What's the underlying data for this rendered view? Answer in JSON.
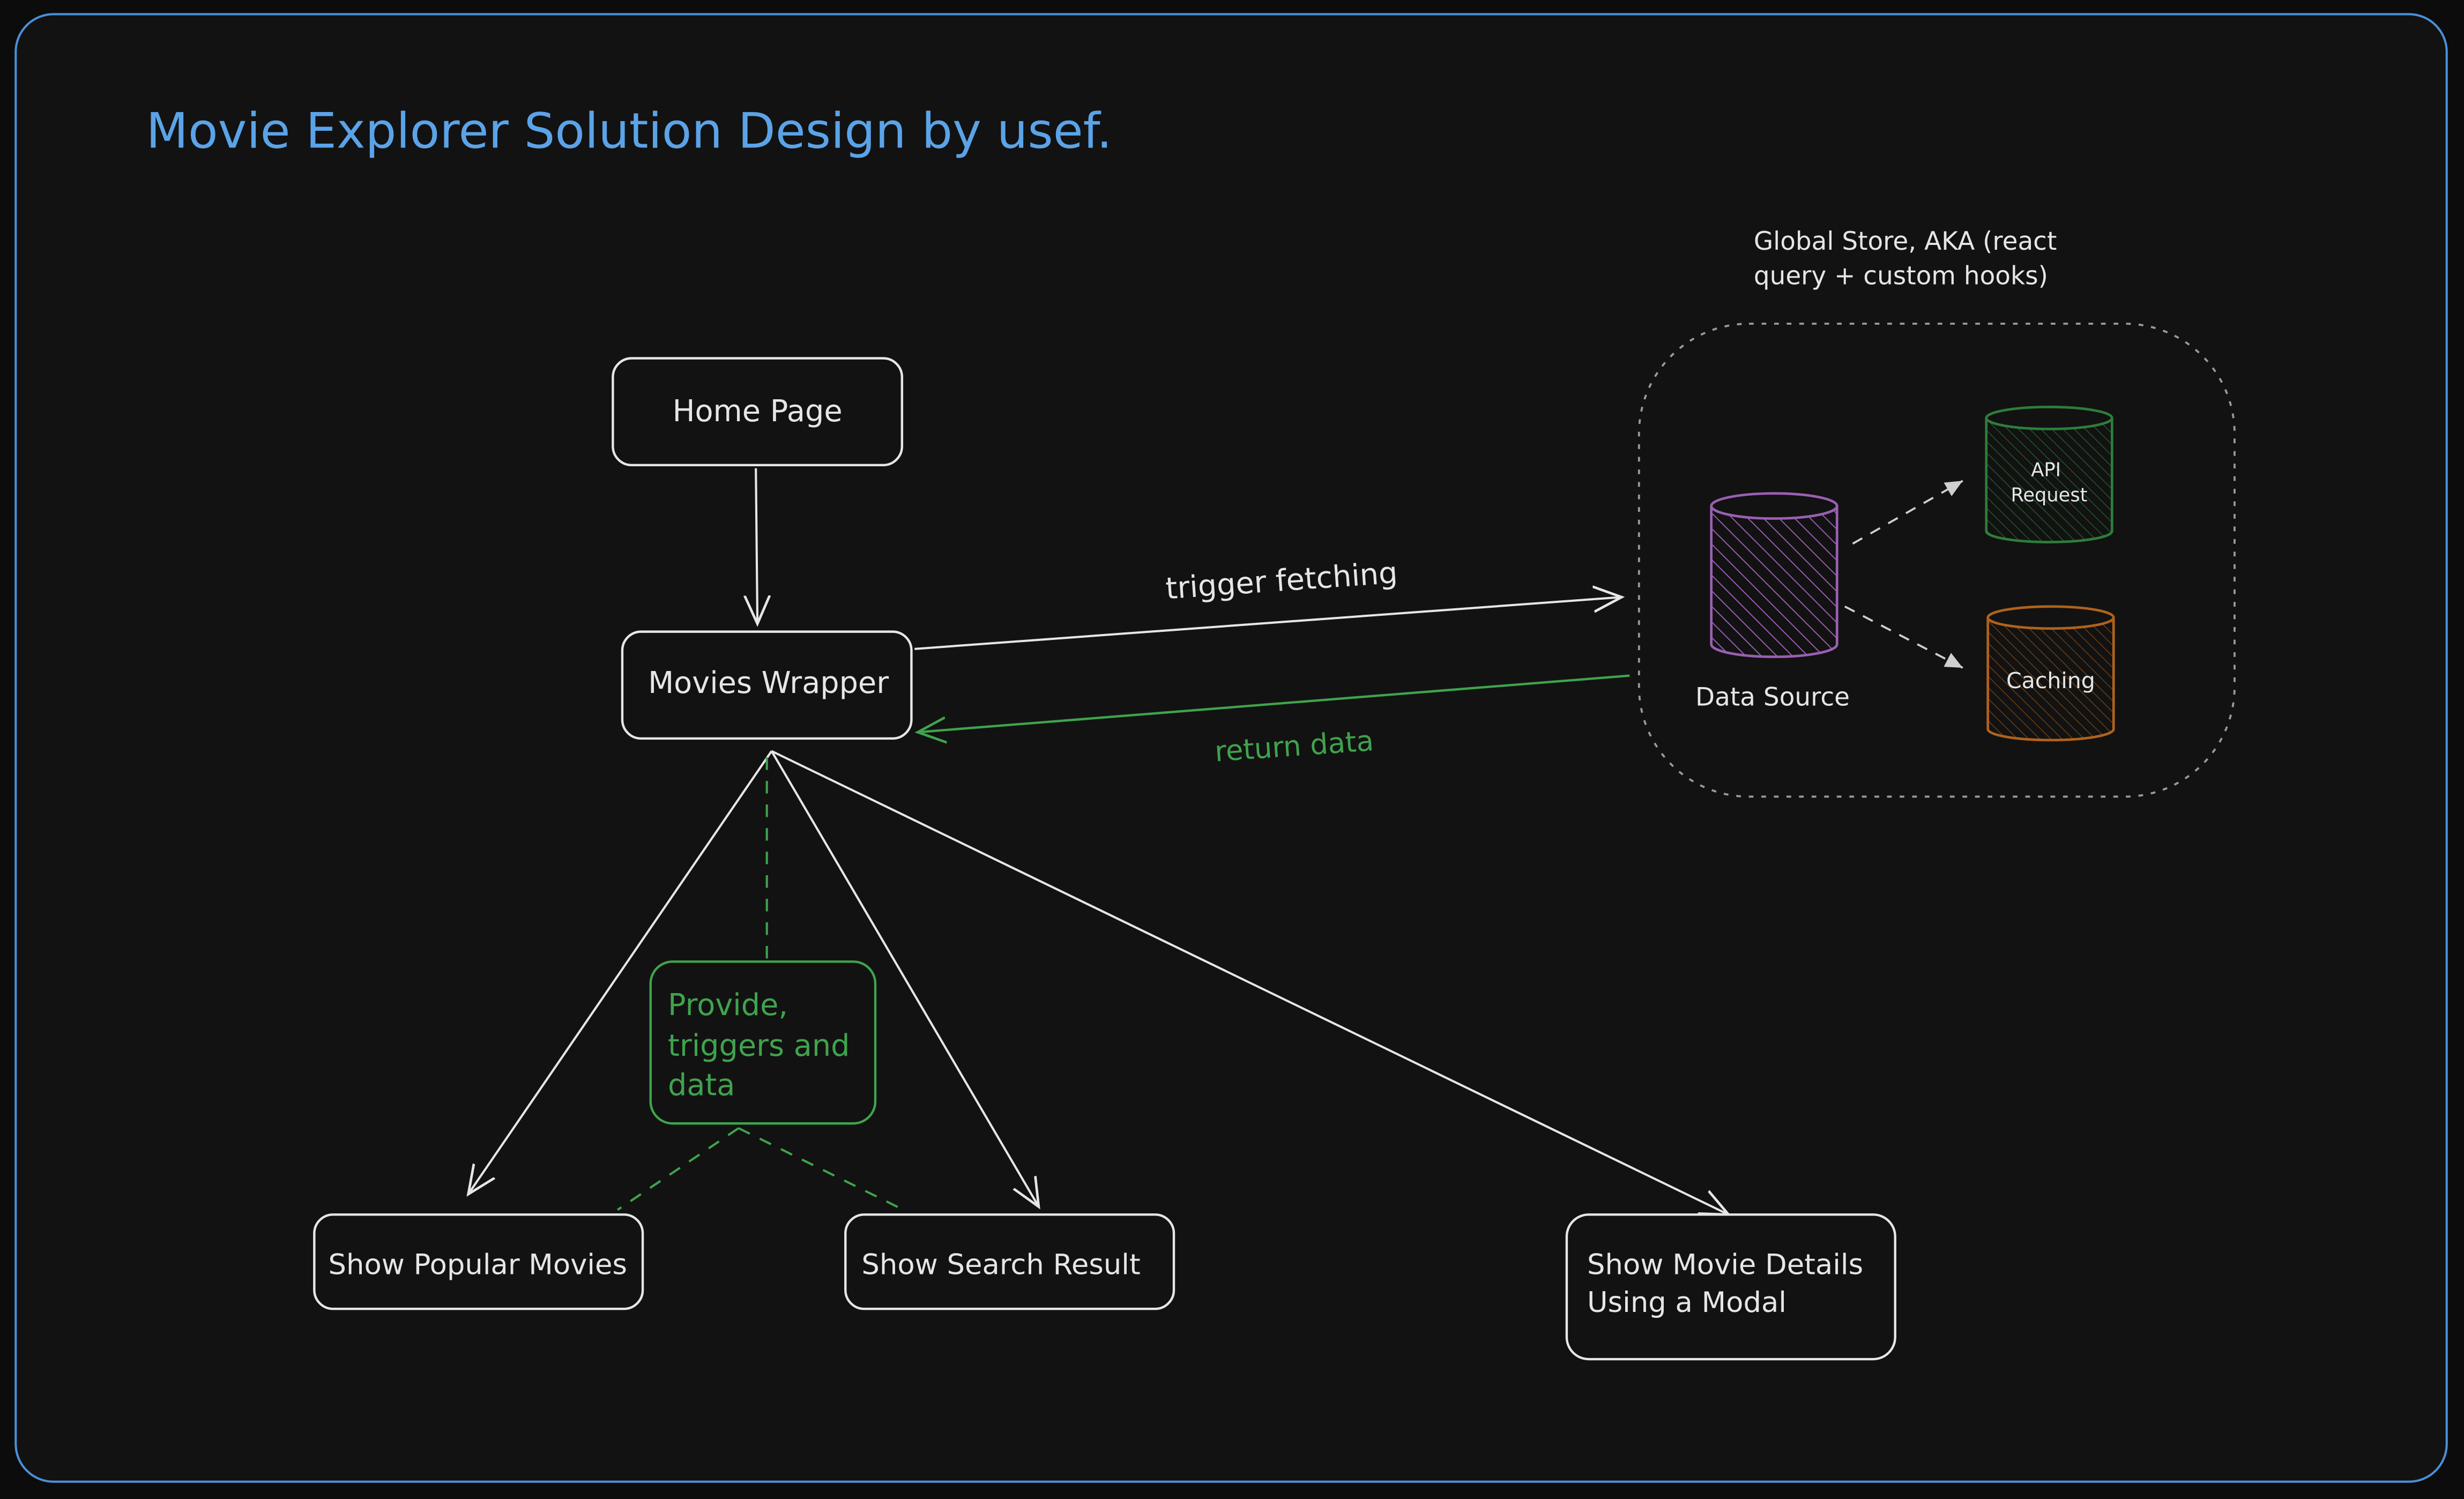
{
  "title": "Movie Explorer Solution Design by usef.",
  "colors": {
    "background": "#121212",
    "frame": "#4a90d9",
    "title": "#5ba3e8",
    "stroke": "#e6e6e6",
    "green": "#3fa34d",
    "purple": "#9a5fb3",
    "api_green": "#2e7d3a",
    "orange": "#b0621c",
    "dashed_gray": "#9a9a9a"
  },
  "nodes": {
    "home_page": "Home Page",
    "movies_wrapper": "Movies Wrapper",
    "provide_note": [
      "Provide,",
      "triggers and",
      "data"
    ],
    "show_popular": "Show Popular Movies",
    "show_search": "Show Search Result",
    "show_details": [
      "Show Movie Details",
      "Using a Modal"
    ]
  },
  "global_store": {
    "label": [
      "Global Store, AKA (react",
      "query + custom hooks)"
    ],
    "data_source": "Data Source",
    "api_request": [
      "API",
      "Request"
    ],
    "caching": "Caching"
  },
  "edges": {
    "trigger_fetching": "trigger fetching",
    "return_data": "return data"
  }
}
